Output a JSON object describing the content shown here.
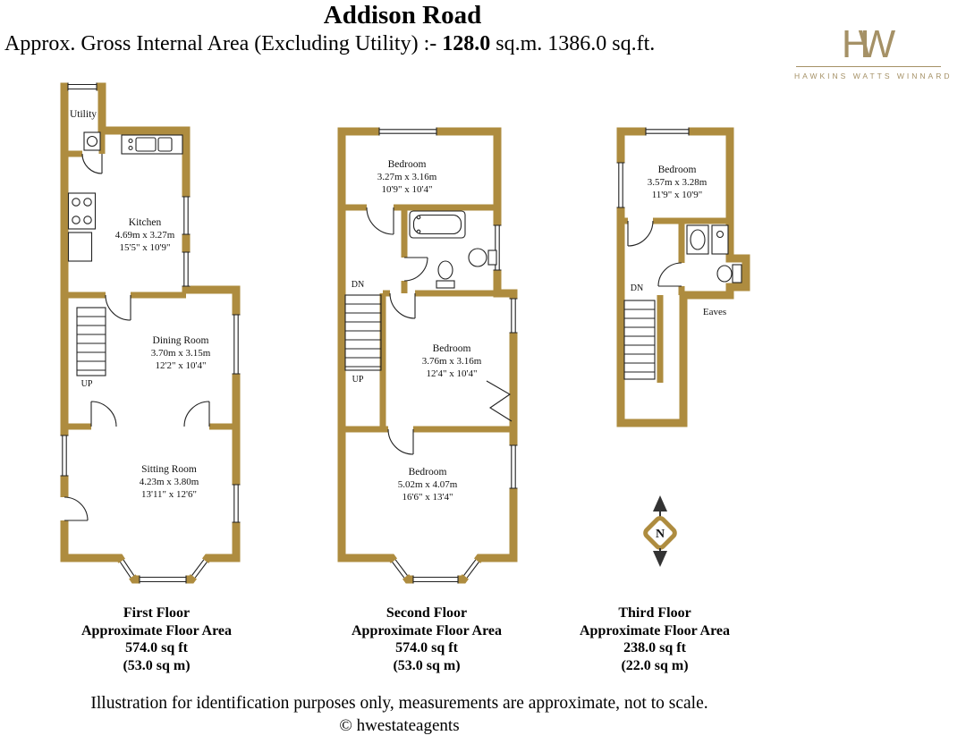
{
  "header": {
    "title": "Addison Road",
    "area_prefix": "Approx. Gross Internal Area (Excluding Utility) :- ",
    "area_sqm": "128.0",
    "sqm_unit": " sq.m. ",
    "area_sqft": "1386.0",
    "sqft_unit": " sq.ft."
  },
  "logo": {
    "initial_h": "H",
    "initial_w": "W",
    "name": "HAWKINS WATTS WINNARD"
  },
  "colors": {
    "wall": "#ae8c3f",
    "logo": "#a59166",
    "plan_line": "#222222"
  },
  "compass": {
    "label": "N"
  },
  "floors": [
    {
      "caption": {
        "name": "First Floor",
        "area_label": "Approximate Floor Area",
        "sqft": "574.0 sq ft",
        "sqm": "(53.0 sq m)"
      },
      "stairs": {
        "up": "UP"
      },
      "rooms": {
        "utility": {
          "name": "Utility"
        },
        "kitchen": {
          "name": "Kitchen",
          "metric": "4.69m x 3.27m",
          "imperial": "15'5\" x 10'9\""
        },
        "dining": {
          "name": "Dining Room",
          "metric": "3.70m x 3.15m",
          "imperial": "12'2\" x 10'4\""
        },
        "sitting": {
          "name": "Sitting Room",
          "metric": "4.23m x 3.80m",
          "imperial": "13'11\" x 12'6\""
        }
      }
    },
    {
      "caption": {
        "name": "Second Floor",
        "area_label": "Approximate Floor Area",
        "sqft": "574.0 sq ft",
        "sqm": "(53.0 sq m)"
      },
      "stairs": {
        "up": "UP",
        "down": "DN"
      },
      "rooms": {
        "bedroom1": {
          "name": "Bedroom",
          "metric": "3.27m x 3.16m",
          "imperial": "10'9\" x 10'4\""
        },
        "bedroom2": {
          "name": "Bedroom",
          "metric": "3.76m x 3.16m",
          "imperial": "12'4\" x 10'4\""
        },
        "bedroom3": {
          "name": "Bedroom",
          "metric": "5.02m x 4.07m",
          "imperial": "16'6\" x 13'4\""
        }
      }
    },
    {
      "caption": {
        "name": "Third Floor",
        "area_label": "Approximate Floor Area",
        "sqft": "238.0 sq ft",
        "sqm": "(22.0 sq m)"
      },
      "stairs": {
        "down": "DN"
      },
      "rooms": {
        "bedroom": {
          "name": "Bedroom",
          "metric": "3.57m x 3.28m",
          "imperial": "11'9\" x 10'9\""
        },
        "eaves": {
          "name": "Eaves"
        }
      }
    }
  ],
  "footer": {
    "disclaimer": "Illustration for identification purposes only, measurements are approximate, not to scale.",
    "copyright": "© hwestateagents"
  }
}
